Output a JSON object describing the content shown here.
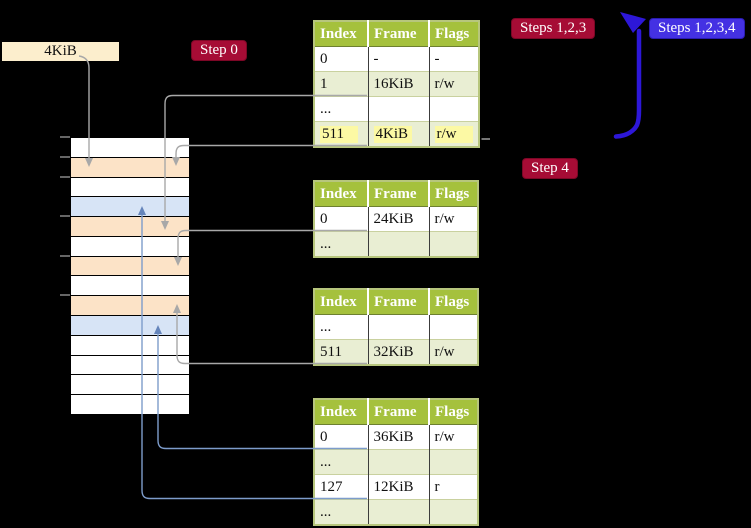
{
  "colors": {
    "background": "#000000",
    "label_red": "#a60c35",
    "label_red_border": "#7c0726",
    "label_blue": "#4431e3",
    "label_wheat": "#fceecd",
    "header_green": "#a5c13d",
    "table_border": "#b7c67d",
    "row_shade": "#e9eed3",
    "row_divider": "#c9d19f",
    "col_divider": "#3c3c3c",
    "highlight_yellow": "#fcf9a4",
    "frame_wheat": "#fce3c7",
    "frame_blue": "#d7e4f6",
    "frame_white": "#ffffff",
    "connector_grey": "#a8a8a8",
    "connector_blue": "#7d9ccb",
    "arrow_blue": "#2d17d8",
    "tick_grey": "#666666"
  },
  "labels": {
    "frame_size": "4KiB",
    "step0": "Step 0",
    "steps123": "Steps 1,2,3",
    "steps1234": "Steps 1,2,3,4",
    "step4": "Step 4"
  },
  "memory_stack": {
    "rows": [
      {
        "index": 1,
        "color": "white"
      },
      {
        "index": 2,
        "color": "wheat"
      },
      {
        "index": 3,
        "color": "white"
      },
      {
        "index": 4,
        "color": "blue"
      },
      {
        "index": 5,
        "color": "wheat"
      },
      {
        "index": 6,
        "color": "white"
      },
      {
        "index": 7,
        "color": "wheat"
      },
      {
        "index": 8,
        "color": "white"
      },
      {
        "index": 9,
        "color": "wheat"
      },
      {
        "index": 10,
        "color": "blue"
      },
      {
        "index": 11,
        "color": "white"
      },
      {
        "index": 12,
        "color": "white"
      },
      {
        "index": 13,
        "color": "white"
      },
      {
        "index": 14,
        "color": "white"
      }
    ]
  },
  "tables": [
    {
      "name": "page-table-1",
      "headers": [
        "Index",
        "Frame",
        "Flags"
      ],
      "rows": [
        {
          "cells": [
            "0",
            "-",
            "-"
          ]
        },
        {
          "cells": [
            "1",
            "16KiB",
            "r/w"
          ]
        },
        {
          "cells": [
            "...",
            "",
            ""
          ]
        },
        {
          "cells": [
            "511",
            "4KiB",
            "r/w"
          ],
          "highlight": true
        }
      ]
    },
    {
      "name": "page-table-2",
      "headers": [
        "Index",
        "Frame",
        "Flags"
      ],
      "rows": [
        {
          "cells": [
            "0",
            "24KiB",
            "r/w"
          ]
        },
        {
          "cells": [
            "...",
            "",
            ""
          ]
        }
      ]
    },
    {
      "name": "page-table-3",
      "headers": [
        "Index",
        "Frame",
        "Flags"
      ],
      "rows": [
        {
          "cells": [
            "...",
            "",
            ""
          ]
        },
        {
          "cells": [
            "511",
            "32KiB",
            "r/w"
          ]
        }
      ]
    },
    {
      "name": "page-table-4",
      "headers": [
        "Index",
        "Frame",
        "Flags"
      ],
      "rows": [
        {
          "cells": [
            "0",
            "36KiB",
            "r/w"
          ]
        },
        {
          "cells": [
            "...",
            "",
            ""
          ]
        },
        {
          "cells": [
            "127",
            "12KiB",
            "r"
          ]
        },
        {
          "cells": [
            "...",
            "",
            ""
          ]
        }
      ]
    }
  ],
  "connectors": [
    {
      "from": "label-4KiB",
      "to": "memory-row-2",
      "color": "grey",
      "direction": "down"
    },
    {
      "from": "table-1-row-1",
      "to": "memory-row-5",
      "color": "grey",
      "direction": "down"
    },
    {
      "from": "table-1-row-511",
      "to": "memory-row-2",
      "color": "grey",
      "direction": "down"
    },
    {
      "from": "table-2-row-0",
      "to": "memory-row-7",
      "color": "grey",
      "direction": "down"
    },
    {
      "from": "table-3-row-511",
      "to": "memory-row-9",
      "color": "grey",
      "direction": "up"
    },
    {
      "from": "table-4-row-0",
      "to": "memory-row-10",
      "color": "blue",
      "direction": "up"
    },
    {
      "from": "table-4-row-127",
      "to": "memory-row-4",
      "color": "blue",
      "direction": "up"
    },
    {
      "from": "table-1-row-511",
      "to": "table-1-top",
      "color": "violet-blue",
      "direction": "up"
    }
  ]
}
